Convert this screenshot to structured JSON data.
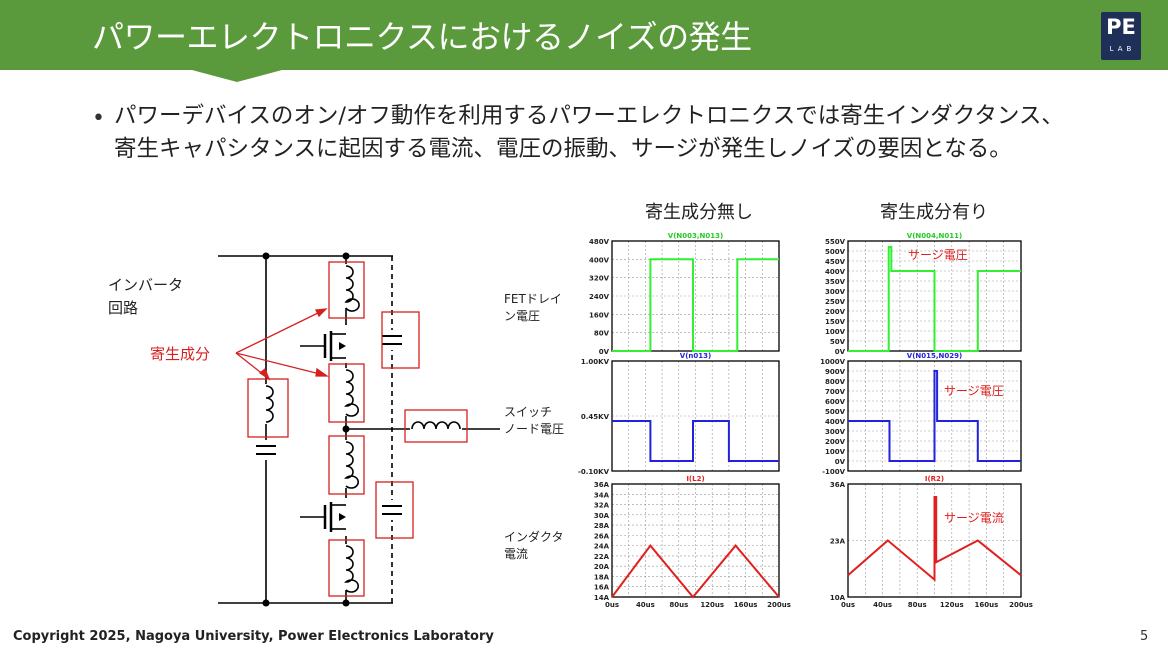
{
  "header": {
    "title": "パワーエレクトロニクスにおけるノイズの発生"
  },
  "logo": {
    "main": "PE",
    "sub": "LAB"
  },
  "bullet": {
    "text": "パワーデバイスのオン/オフ動作を利用するパワーエレクトロニクスでは寄生インダクタンス、寄生キャパシタンスに起因する電流、電圧の振動、サージが発生しノイズの要因となる。"
  },
  "circuit": {
    "inverter_label_1": "インバータ",
    "inverter_label_2": "回路",
    "parasitic_label": "寄生成分"
  },
  "columns": {
    "without": "寄生成分無し",
    "with": "寄生成分有り"
  },
  "row_labels": {
    "fet_1": "FETドレイ",
    "fet_2": "ン電圧",
    "sw_1": "スイッチ",
    "sw_2": "ノード電圧",
    "ind_1": "インダクタ",
    "ind_2": "電流"
  },
  "chart_data": [
    {
      "type": "line",
      "title": "V(N003,N013)",
      "x_unit": "us",
      "xlim": [
        0,
        200
      ],
      "ylim": [
        0,
        480
      ],
      "yticks": [
        "0V",
        "80V",
        "160V",
        "240V",
        "320V",
        "400V",
        "480V"
      ],
      "series": [
        {
          "name": "V(N003,N013)",
          "x": [
            0,
            46,
            46,
            97,
            97,
            150,
            150,
            200
          ],
          "y": [
            0,
            0,
            400,
            400,
            0,
            0,
            400,
            400
          ]
        }
      ]
    },
    {
      "type": "line",
      "title": "V(N004,N011)",
      "x_unit": "us",
      "xlim": [
        0,
        200
      ],
      "ylim": [
        0,
        550
      ],
      "yticks": [
        "0V",
        "50V",
        "100V",
        "150V",
        "200V",
        "250V",
        "300V",
        "350V",
        "400V",
        "450V",
        "500V",
        "550V"
      ],
      "annotation": "サージ電圧",
      "series": [
        {
          "name": "V(N004,N011)",
          "x": [
            0,
            47,
            47,
            50,
            50,
            100,
            100,
            150,
            150,
            200
          ],
          "y": [
            0,
            0,
            520,
            520,
            400,
            400,
            0,
            0,
            400,
            400
          ]
        }
      ]
    },
    {
      "type": "line",
      "title": "V(n013)",
      "x_unit": "us",
      "xlim": [
        0,
        200
      ],
      "ylim": [
        -0.1,
        1.0
      ],
      "yticks": [
        "-0.10KV",
        "0.45KV",
        "1.00KV"
      ],
      "series": [
        {
          "name": "V(n013)",
          "x": [
            0,
            46,
            46,
            97,
            97,
            140,
            140,
            200
          ],
          "y": [
            0.4,
            0.4,
            0,
            0,
            0.4,
            0.4,
            0,
            0
          ]
        }
      ]
    },
    {
      "type": "line",
      "title": "V(N015,N029)",
      "x_unit": "us",
      "xlim": [
        0,
        200
      ],
      "ylim": [
        -100,
        1000
      ],
      "yticks": [
        "-100V",
        "0V",
        "100V",
        "200V",
        "300V",
        "400V",
        "500V",
        "600V",
        "700V",
        "800V",
        "900V",
        "1000V"
      ],
      "annotation": "サージ電圧",
      "series": [
        {
          "name": "V(N015,N029)",
          "x": [
            0,
            48,
            48,
            100,
            100,
            103,
            103,
            150,
            150,
            200
          ],
          "y": [
            400,
            400,
            0,
            0,
            900,
            900,
            400,
            400,
            0,
            0
          ]
        }
      ]
    },
    {
      "type": "line",
      "title": "I(L2)",
      "x_unit": "us",
      "xlim": [
        0,
        200
      ],
      "ylim": [
        14,
        36
      ],
      "yticks": [
        "14A",
        "16A",
        "18A",
        "20A",
        "22A",
        "24A",
        "26A",
        "28A",
        "30A",
        "32A",
        "34A",
        "36A"
      ],
      "xticks": [
        "0us",
        "40us",
        "80us",
        "120us",
        "160us",
        "200us"
      ],
      "series": [
        {
          "name": "I(L2)",
          "x": [
            0,
            46,
            97,
            148,
            200
          ],
          "y": [
            14,
            24,
            14,
            24,
            14
          ]
        }
      ]
    },
    {
      "type": "line",
      "title": "I(R2)",
      "x_unit": "us",
      "xlim": [
        0,
        200
      ],
      "ylim": [
        10,
        36
      ],
      "yticks": [
        "10A",
        "23A",
        "36A"
      ],
      "xticks": [
        "0us",
        "40us",
        "80us",
        "120us",
        "160us",
        "200us"
      ],
      "annotation": "サージ電流",
      "series": [
        {
          "name": "I(R2)",
          "x": [
            0,
            46,
            100,
            100,
            102,
            102,
            150,
            200
          ],
          "y": [
            15,
            23,
            14,
            33,
            33,
            18,
            23,
            15
          ]
        }
      ]
    }
  ],
  "footer": {
    "copyright": "Copyright 2025, Nagoya University, Power Electronics Laboratory",
    "page": "5"
  }
}
